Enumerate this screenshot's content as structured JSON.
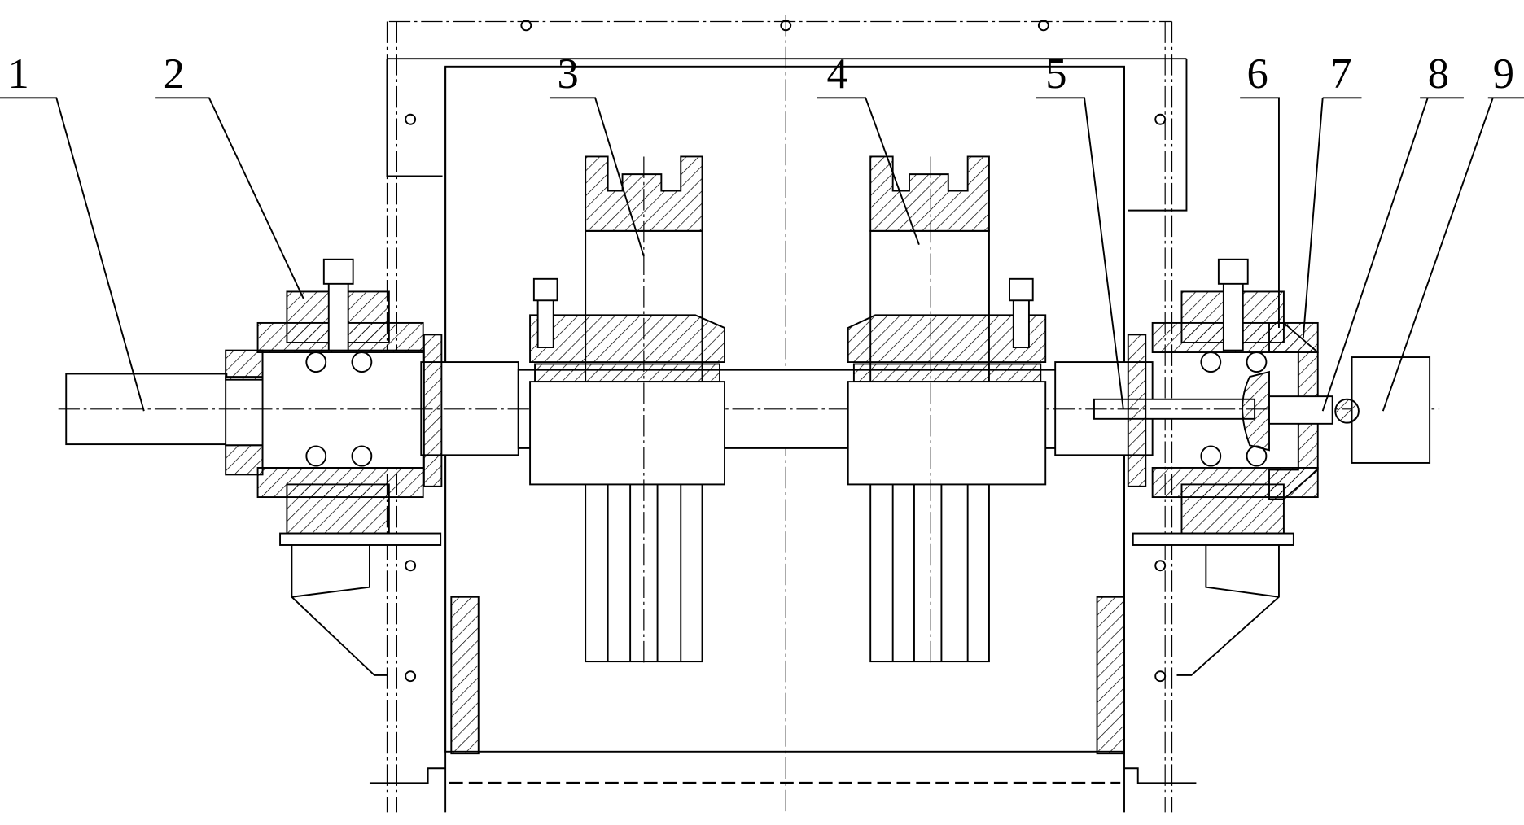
{
  "figure": {
    "type": "mechanical assembly drawing",
    "part_labels": [
      "1",
      "2",
      "3",
      "4",
      "5",
      "6",
      "7",
      "8",
      "9"
    ]
  }
}
